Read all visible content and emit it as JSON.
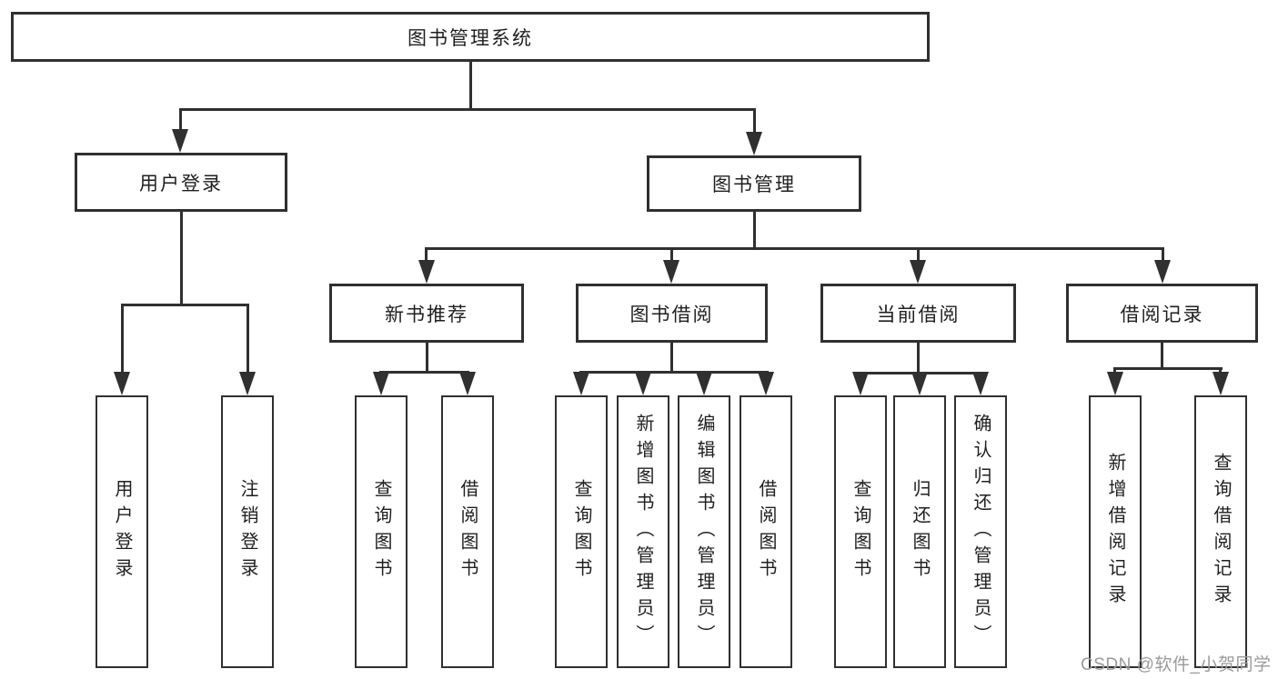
{
  "colors": {
    "line": "#303030",
    "text": "#1f1f1f",
    "watermark": "#9b9b9b",
    "background": "#ffffff"
  },
  "root": {
    "label": "图书管理系统"
  },
  "level2": [
    {
      "label": "用户登录"
    },
    {
      "label": "图书管理"
    }
  ],
  "level3": [
    {
      "label": "新书推荐"
    },
    {
      "label": "图书借阅"
    },
    {
      "label": "当前借阅"
    },
    {
      "label": "借阅记录"
    }
  ],
  "level4": {
    "user_login": [
      {
        "label": "用户登录"
      },
      {
        "label": "注销登录"
      }
    ],
    "new_book": [
      {
        "label": "查询图书"
      },
      {
        "label": "借阅图书"
      }
    ],
    "book_borrow": [
      {
        "label": "查询图书"
      },
      {
        "label": "新增图书（管理员）"
      },
      {
        "label": "编辑图书（管理员）"
      },
      {
        "label": "借阅图书"
      }
    ],
    "current_borrow": [
      {
        "label": "查询图书"
      },
      {
        "label": "归还图书"
      },
      {
        "label": "确认归还（管理员）"
      }
    ],
    "borrow_record": [
      {
        "label": "新增借阅记录"
      },
      {
        "label": "查询借阅记录"
      }
    ]
  },
  "watermark": {
    "text": "CSDN @软件_小贺同学"
  }
}
